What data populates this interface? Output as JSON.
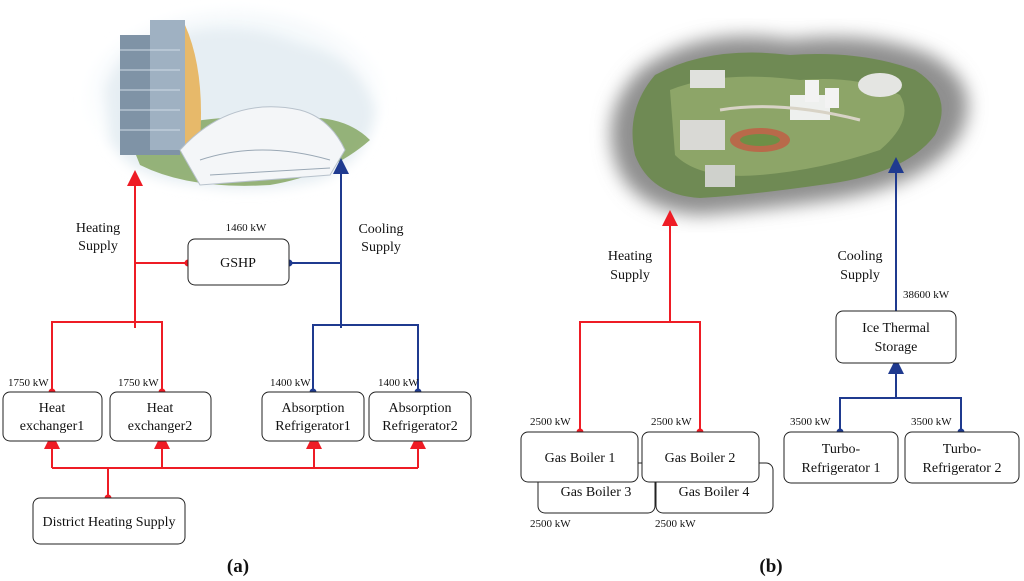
{
  "colors": {
    "heating": "#ee1c25",
    "cooling": "#1f3a8f",
    "box_stroke": "#222222"
  },
  "panel_a": {
    "label": "(a)",
    "image": "tall-building-rendering",
    "heating_supply": [
      "Heating",
      "Supply"
    ],
    "cooling_supply": [
      "Cooling",
      "Supply"
    ],
    "gshp": {
      "label": "GSHP",
      "capacity": "1460 kW"
    },
    "heat_exchanger1": {
      "lines": [
        "Heat",
        "exchanger1"
      ],
      "capacity": "1750 kW"
    },
    "heat_exchanger2": {
      "lines": [
        "Heat",
        "exchanger2"
      ],
      "capacity": "1750 kW"
    },
    "absorption1": {
      "lines": [
        "Absorption",
        "Refrigerator1"
      ],
      "capacity": "1400 kW"
    },
    "absorption2": {
      "lines": [
        "Absorption",
        "Refrigerator2"
      ],
      "capacity": "1400 kW"
    },
    "district": {
      "label": "District Heating Supply"
    }
  },
  "panel_b": {
    "label": "(b)",
    "image": "campus-aerial-rendering",
    "heating_supply": [
      "Heating",
      "Supply"
    ],
    "cooling_supply": [
      "Cooling",
      "Supply"
    ],
    "ice": {
      "lines": [
        "Ice Thermal",
        "Storage"
      ],
      "capacity": "38600 kW"
    },
    "boiler1": {
      "label": "Gas Boiler 1",
      "capacity": "2500 kW"
    },
    "boiler2": {
      "label": "Gas Boiler 2",
      "capacity": "2500 kW"
    },
    "boiler3": {
      "label": "Gas Boiler 3",
      "capacity": "2500 kW"
    },
    "boiler4": {
      "label": "Gas Boiler 4",
      "capacity": "2500 kW"
    },
    "turbo1": {
      "lines": [
        "Turbo-",
        "Refrigerator 1"
      ],
      "capacity": "3500 kW"
    },
    "turbo2": {
      "lines": [
        "Turbo-",
        "Refrigerator 2"
      ],
      "capacity": "3500 kW"
    }
  }
}
